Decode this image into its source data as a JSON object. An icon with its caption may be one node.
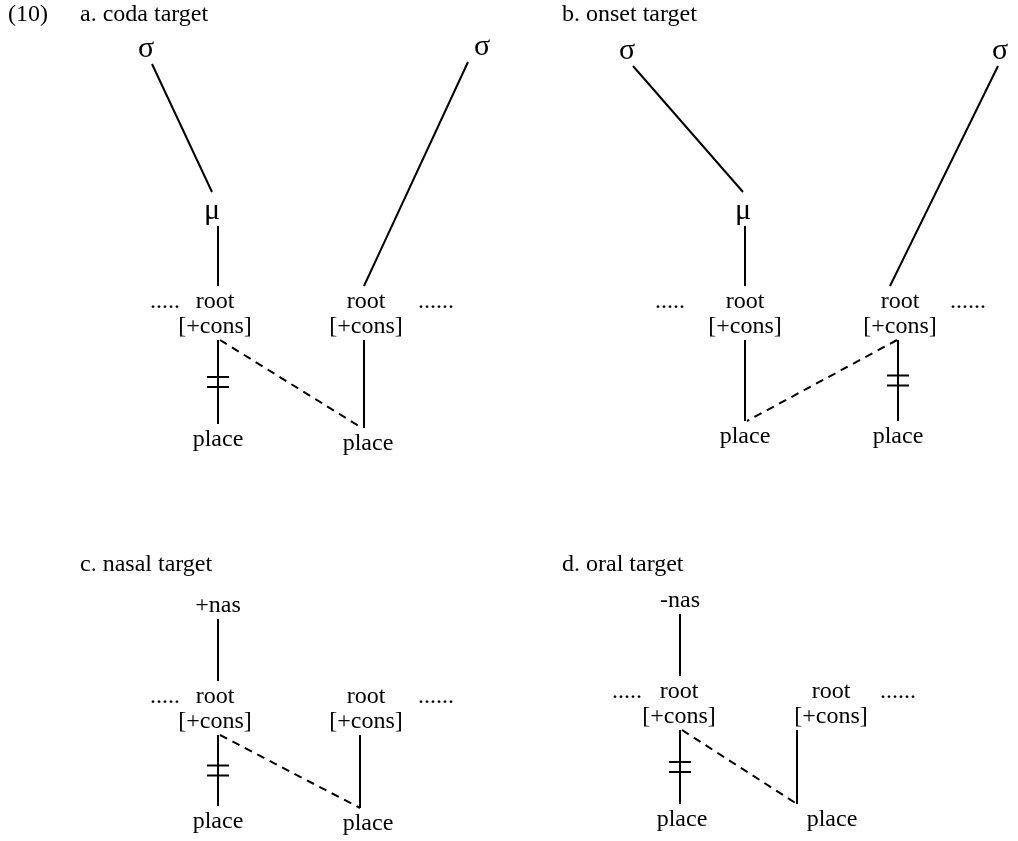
{
  "diagram": {
    "nodes": [
      {
        "text": [
          "σ"
        ]
      },
      {
        "text": [
          "σ"
        ]
      },
      {
        "text": [
          "μ"
        ]
      },
      {
        "text": [
          "root",
          "[+cons]"
        ]
      },
      {
        "text": [
          "root",
          "[+cons]"
        ]
      },
      {
        "text": [
          "place"
        ]
      },
      {
        "text": [
          "place"
        ]
      },
      {
        "text": [
          "σ"
        ]
      },
      {
        "text": [
          "σ"
        ]
      },
      {
        "text": [
          "μ"
        ]
      },
      {
        "text": [
          "root",
          "[+cons]"
        ]
      },
      {
        "text": [
          "root",
          "[+cons]"
        ]
      },
      {
        "text": [
          "place"
        ]
      },
      {
        "text": [
          "place"
        ]
      },
      {
        "text": [
          "+nas"
        ]
      },
      {
        "text": [
          "root",
          "[+cons]"
        ]
      },
      {
        "text": [
          "root",
          "[+cons]"
        ]
      },
      {
        "text": [
          "place"
        ]
      },
      {
        "text": [
          "place"
        ]
      },
      {
        "text": [
          "-nas"
        ]
      },
      {
        "text": [
          "root",
          "[+cons]"
        ]
      },
      {
        "text": [
          "root",
          "[+cons]"
        ]
      },
      {
        "text": [
          "place"
        ]
      },
      {
        "text": [
          "place"
        ]
      }
    ],
    "edges": [
      {
        "from": 0,
        "to": 2,
        "arrow": "none"
      },
      {
        "from": 2,
        "to": 3,
        "arrow": "none"
      },
      {
        "from": 1,
        "to": 4,
        "arrow": "none"
      },
      {
        "from": 3,
        "to": 5,
        "arrow": "none"
      },
      {
        "from": 4,
        "to": 6,
        "arrow": "none"
      },
      {
        "from": 3,
        "to": 6,
        "arrow": "none",
        "style": "dashed"
      },
      {
        "from": 7,
        "to": 9,
        "arrow": "none"
      },
      {
        "from": 9,
        "to": 10,
        "arrow": "none"
      },
      {
        "from": 8,
        "to": 11,
        "arrow": "none"
      },
      {
        "from": 10,
        "to": 12,
        "arrow": "none"
      },
      {
        "from": 11,
        "to": 13,
        "arrow": "none"
      },
      {
        "from": 11,
        "to": 12,
        "arrow": "none",
        "style": "dashed"
      },
      {
        "from": 14,
        "to": 15,
        "arrow": "none"
      },
      {
        "from": 15,
        "to": 17,
        "arrow": "none"
      },
      {
        "from": 16,
        "to": 18,
        "arrow": "none"
      },
      {
        "from": 15,
        "to": 18,
        "arrow": "none",
        "style": "dashed"
      },
      {
        "from": 19,
        "to": 20,
        "arrow": "none"
      },
      {
        "from": 20,
        "to": 22,
        "arrow": "none"
      },
      {
        "from": 21,
        "to": 23,
        "arrow": "none"
      },
      {
        "from": 20,
        "to": 23,
        "arrow": "none",
        "style": "dashed"
      }
    ],
    "labels": [
      "(10)",
      "a. coda target",
      ".....",
      "......",
      "b. onset target",
      ".....",
      "......",
      "c. nasal target",
      ".....",
      "......",
      "d. oral target",
      ".....",
      "......"
    ]
  }
}
